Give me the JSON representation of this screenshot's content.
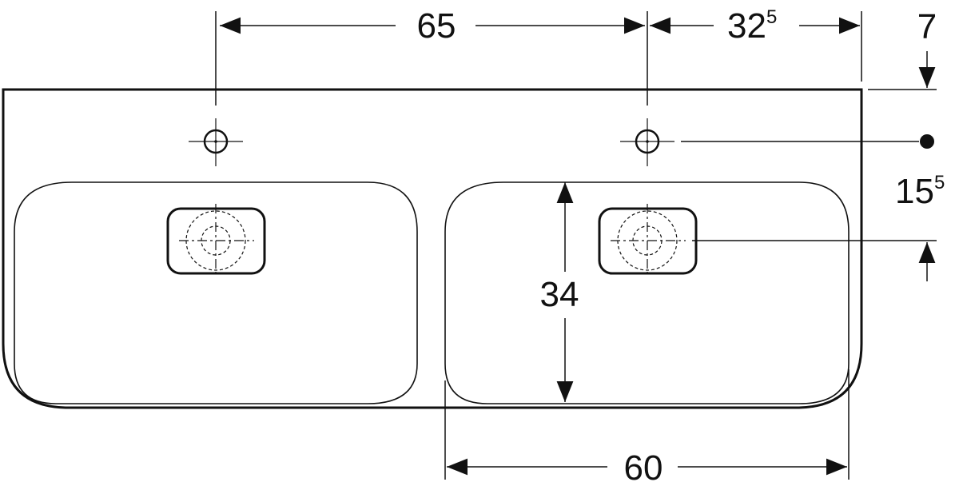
{
  "colors": {
    "line": "#111111",
    "background": "#ffffff"
  },
  "dimensions": {
    "tap_spacing": {
      "value": "65"
    },
    "tap_to_edge": {
      "value": "32",
      "superscript": "5"
    },
    "top_offset": {
      "value": "7"
    },
    "tap_to_drain": {
      "value": "15",
      "superscript": "5"
    },
    "bowl_depth": {
      "value": "34"
    },
    "bowl_width": {
      "value": "60"
    }
  }
}
